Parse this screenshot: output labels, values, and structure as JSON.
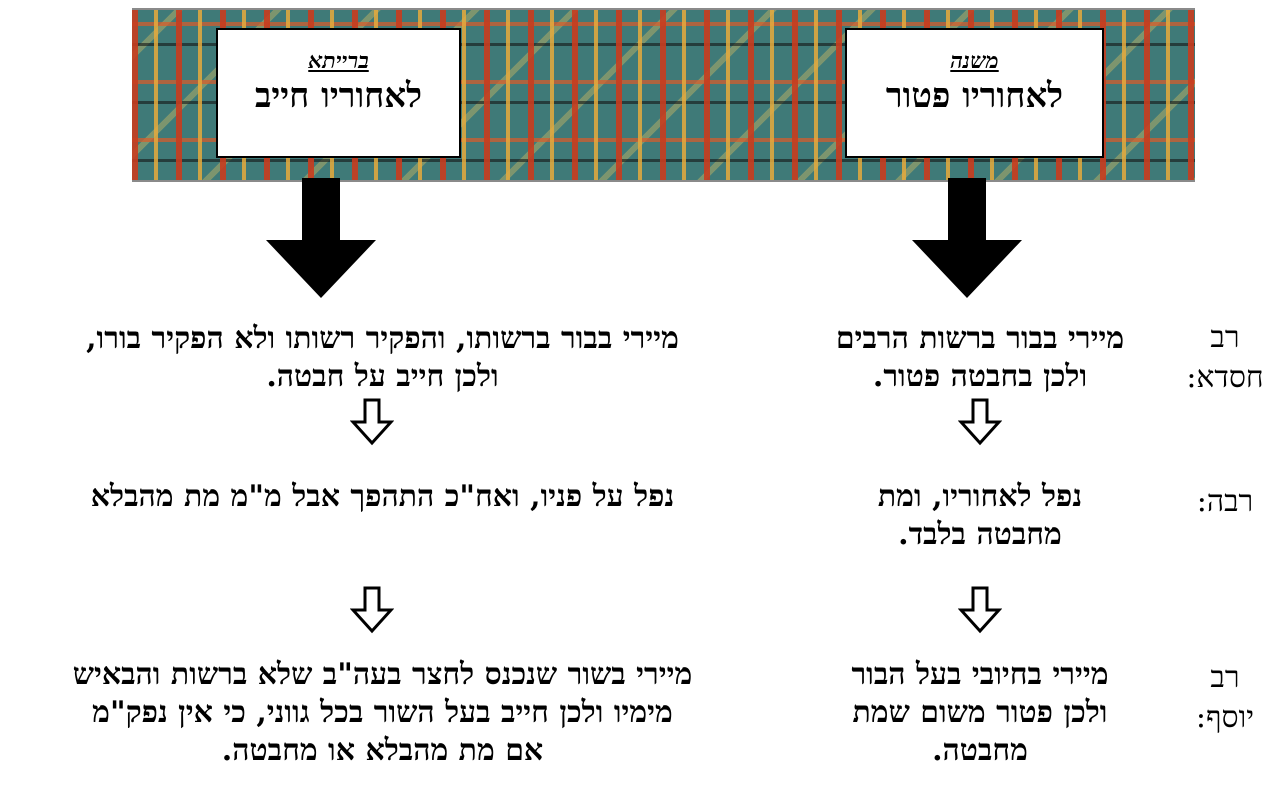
{
  "header": {
    "mishna": {
      "source": "משנה",
      "ruling": "לאחוריו פטור"
    },
    "braita": {
      "source": "ברייתא",
      "ruling": "לאחוריו חייב"
    }
  },
  "rows": [
    {
      "speaker_line1": "רב",
      "speaker_line2": "חסדא:",
      "mishna_text": [
        "מיירי בבור ברשות הרבים",
        "ולכן בחבטה פטור."
      ],
      "braita_text": [
        "מיירי בבור ברשותו, והפקיר רשותו ולא הפקיר בורו,",
        "ולכן חייב על חבטה."
      ]
    },
    {
      "speaker_line1": "רבה:",
      "speaker_line2": "",
      "mishna_text": [
        "נפל לאחוריו, ומת",
        "מחבטה בלבד."
      ],
      "braita_text": [
        "נפל על פניו, ואח\"כ התהפך אבל מ\"מ מת מהבלא"
      ]
    },
    {
      "speaker_line1": "רב",
      "speaker_line2": "יוסף:",
      "mishna_text": [
        "מיירי בחיובי בעל הבור",
        "ולכן פטור משום שמת",
        "מחבטה."
      ],
      "braita_text": [
        "מיירי בשור שנכנס לחצר בעה\"ב שלא ברשות והבאיש",
        "מימיו ולכן חייב בעל השור בכל גווני, כי אין נפק\"מ",
        "אם מת מהבלא או מחבטה."
      ]
    }
  ]
}
